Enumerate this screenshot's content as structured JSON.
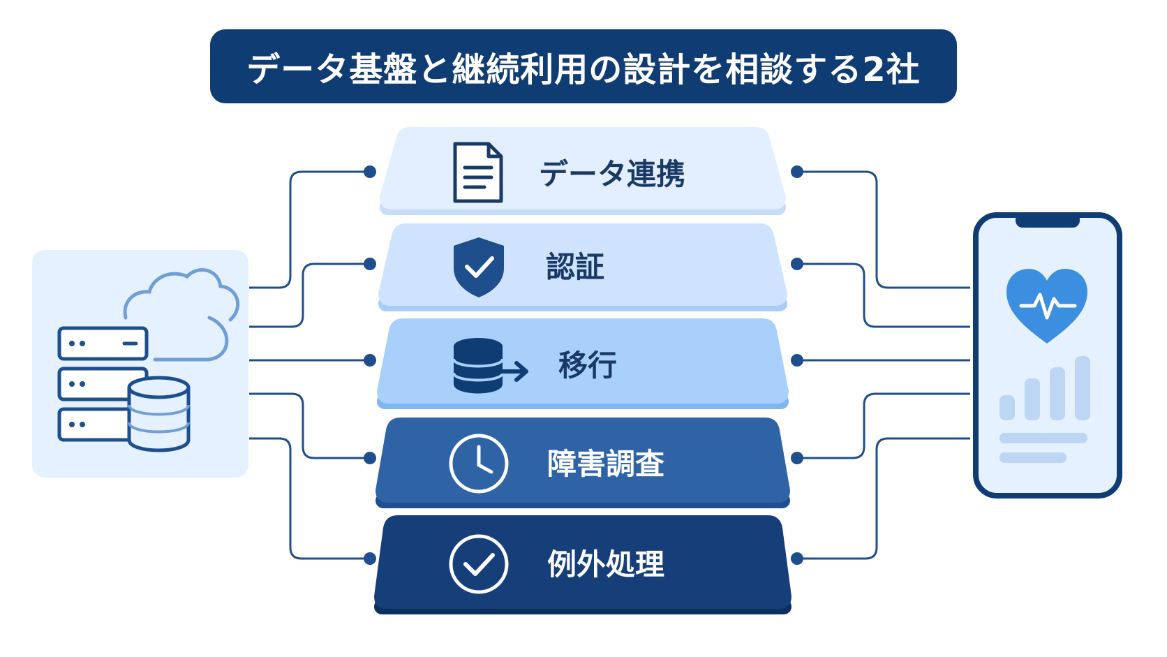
{
  "title": "データ基盤と継続利用の設計を相談する2社",
  "layers": [
    {
      "label": "データ連携",
      "icon": "document-icon",
      "fill": "#e3efff",
      "edge": "#c5dcfa",
      "text_color": "#1a3a66"
    },
    {
      "label": "認証",
      "icon": "shield-check-icon",
      "fill": "#cfe3ff",
      "edge": "#a9cdf7",
      "text_color": "#1a3a66"
    },
    {
      "label": "移行",
      "icon": "database-transfer-icon",
      "fill": "#a9d0fb",
      "edge": "#7fb6f2",
      "text_color": "#1a3a66"
    },
    {
      "label": "障害調査",
      "icon": "clock-icon",
      "fill": "#2e63a6",
      "edge": "#1e4f8e",
      "text_color": "#ffffff"
    },
    {
      "label": "例外処理",
      "icon": "check-circle-icon",
      "fill": "#163f7a",
      "edge": "#0d2f5f",
      "text_color": "#ffffff"
    }
  ],
  "left_panel": {
    "icon": "server-cloud-database-icon"
  },
  "right_panel": {
    "icon": "smartphone-health-app-icon"
  },
  "colors": {
    "primary": "#0f3c73",
    "connector": "#1f4e8c",
    "panel_bg": "#e6f1ff"
  }
}
